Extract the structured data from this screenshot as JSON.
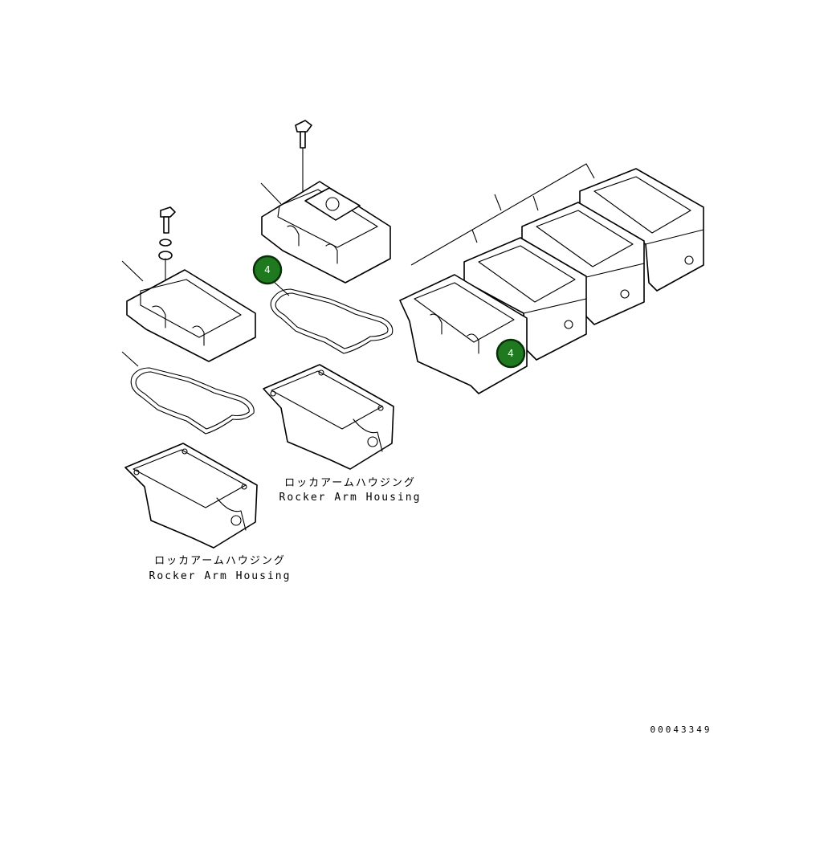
{
  "callouts": [
    {
      "id": "callout-1",
      "label": "4"
    },
    {
      "id": "callout-2",
      "label": "4"
    }
  ],
  "labels": {
    "housing_left_jp": "ロッカアームハウジング",
    "housing_left_en": "Rocker Arm Housing",
    "housing_mid_jp": "ロッカアームハウジング",
    "housing_mid_en": "Rocker Arm Housing"
  },
  "document_id": "00043349",
  "colors": {
    "callout_fill": "#1f7a1f",
    "line": "#000000",
    "background": "#ffffff"
  }
}
